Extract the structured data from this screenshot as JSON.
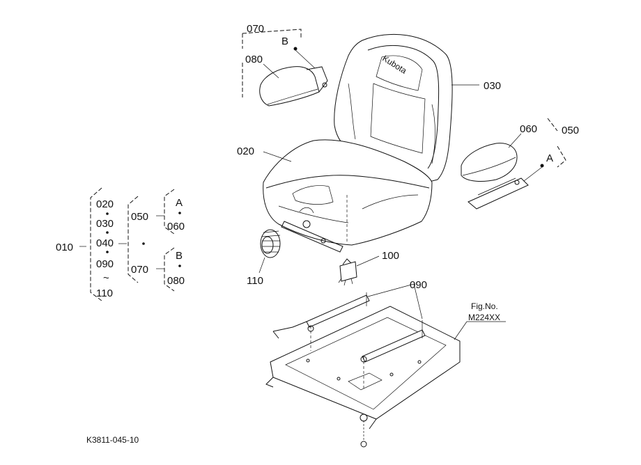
{
  "callouts": {
    "c070_top": "070",
    "cB_top": "B",
    "c080_top": "080",
    "c030": "030",
    "c060": "060",
    "c050": "050",
    "cA": "A",
    "c020": "020",
    "c100": "100",
    "c110": "110",
    "c090": "090"
  },
  "tree": {
    "root": "010",
    "col1": [
      "020",
      "030",
      "040",
      "090",
      "110"
    ],
    "col1_range": "~",
    "col2": [
      "050",
      "070"
    ],
    "col3a": [
      "A",
      "060"
    ],
    "col3b": [
      "B",
      "080"
    ]
  },
  "fig": {
    "label": "Fig.No.",
    "number": "M224XX"
  },
  "footer": {
    "code": "K3811-045-10"
  },
  "brand": {
    "seat_logo": "Kubota"
  }
}
